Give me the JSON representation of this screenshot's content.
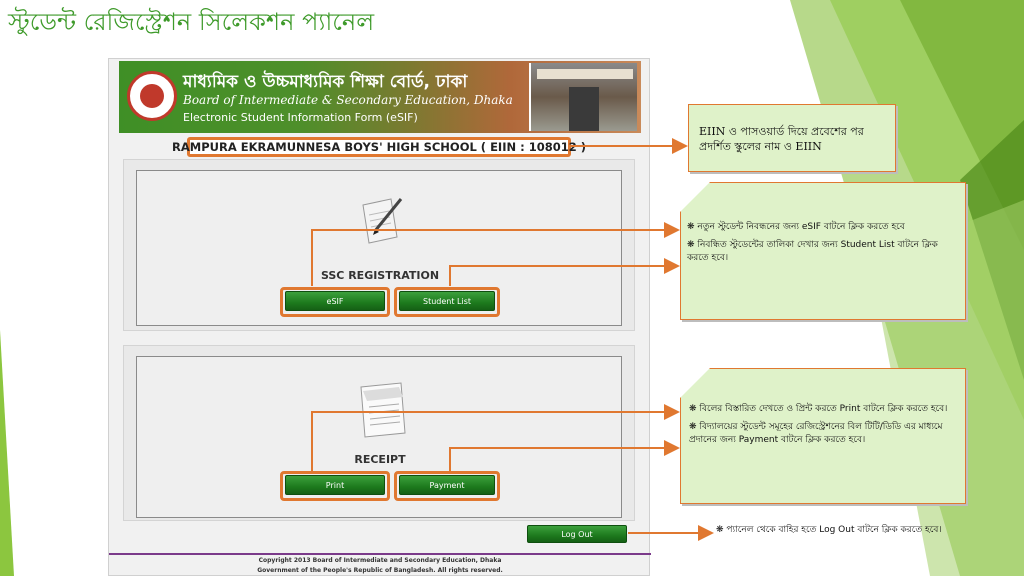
{
  "slide": {
    "title": "স্টুডেন্ট রেজিস্ট্রেশন সিলেকশন প্যানেল"
  },
  "banner": {
    "title_bn": "মাধ্যমিক ও উচ্চমাধ্যমিক শিক্ষা বোর্ড, ঢাকা",
    "title_en": "Board of Intermediate & Secondary Education, Dhaka",
    "subtitle": "Electronic Student Information Form (eSIF)"
  },
  "school": {
    "label": "RAMPURA EKRAMUNNESA BOYS' HIGH SCHOOL ( EIIN : 108012 )"
  },
  "ssc_panel": {
    "label": "SSC REGISTRATION",
    "btn_esif": "eSIF",
    "btn_student_list": "Student List"
  },
  "receipt_panel": {
    "label": "RECEIPT",
    "btn_print": "Print",
    "btn_payment": "Payment"
  },
  "logout_label": "Log Out",
  "footer": {
    "line1": "Copyright 2013 Board of Intermediate and Secondary Education, Dhaka",
    "line2": "Government of the People's Republic of Bangladesh. All rights reserved."
  },
  "callouts": {
    "eiin": "EIIN ও পাসওয়ার্ড দিয়ে প্রবেশের পর প্রদর্শিত স্কুলের নাম ও EIIN",
    "esif": "❋ নতুন স্টুডেন্ট নিবন্ধনের জন্য eSIF বাটনে ক্লিক করতে হবে",
    "student_list": "❋ নিবন্ধিত স্টুডেন্টের তালিকা দেখার জন্য Student List বাটনে ক্লিক করতে হবে।",
    "print": "❋ বিলের বিস্তারিত দেখতে ও প্রিন্ট করতে Print বাটনে ক্লিক করতে হবে।",
    "payment": "❋ বিদ্যালয়ের স্টুডেন্ট সমূহের রেজিস্ট্রেশনের বিল টিটি/ডিডি এর মাধ্যমে প্রদানের জন্য Payment বাটনে ক্লিক করতে হবে।",
    "logout": "❋ প্যানেল থেকে বাহির হতে Log Out বাটনে ক্লিক করতে হবে।"
  },
  "colors": {
    "accent_orange": "#e07830",
    "button_green": "#1d7a1d",
    "callout_bg": "#dff2c9",
    "title_green": "#3e9a2a"
  },
  "icons": [
    "document-pen-icon",
    "receipt-icon",
    "board-logo-icon"
  ]
}
